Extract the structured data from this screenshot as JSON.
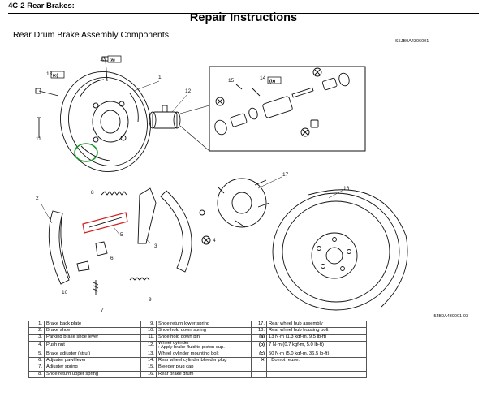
{
  "header": {
    "section": "4C-2   Rear Brakes:"
  },
  "title": "Repair Instructions",
  "subtitle": "Rear Drum Brake Assembly Components",
  "codes": {
    "top": "S5JB0A4306001",
    "bottom": "I5JB0A430001-03"
  },
  "callouts": {
    "n1": "1",
    "n2": "2",
    "n3": "3",
    "n4": "4",
    "n5": "5",
    "n6": "6",
    "n7": "7",
    "n8": "8",
    "n9": "9",
    "n10": "10",
    "n11": "11",
    "n12": "12",
    "n13": "13",
    "n14": "14",
    "n15": "15",
    "n16": "16",
    "n17": "17",
    "n18": "18"
  },
  "legend": {
    "col1": [
      {
        "num": "1.",
        "text": "Brake back plate"
      },
      {
        "num": "2.",
        "text": "Brake shoe"
      },
      {
        "num": "3.",
        "text": "Parking brake shoe lever"
      },
      {
        "num": "4.",
        "text": "Push nut"
      },
      {
        "num": "5.",
        "text": "Brake adjuster (strut)"
      },
      {
        "num": "6.",
        "text": "Adjuster pawl lever"
      },
      {
        "num": "7.",
        "text": "Adjuster spring"
      },
      {
        "num": "8.",
        "text": "Shoe return upper spring"
      }
    ],
    "col2": [
      {
        "num": "9.",
        "text": "Shoe return lower spring"
      },
      {
        "num": "10.",
        "text": "Shoe hold down spring"
      },
      {
        "num": "11.",
        "text": "Shoe hold down pin"
      },
      {
        "num": "12.",
        "text": "Wheel cylinder",
        "text2": ": Apply brake fluid to piston cup."
      },
      {
        "num": "13.",
        "text": "Wheel cylinder mounting bolt"
      },
      {
        "num": "14.",
        "text": "Rear wheel cylinder bleeder plug"
      },
      {
        "num": "15.",
        "text": "Bleeder plug cap"
      },
      {
        "num": "16.",
        "text": "Rear brake drum"
      }
    ],
    "col3": [
      {
        "num": "17.",
        "text": "Rear wheel hub assembly"
      },
      {
        "num": "18.",
        "text": "Rear wheel hub housing bolt"
      },
      {
        "num": "",
        "text": "13 N·m (1.3 kgf-m, 9.5 lb-ft)"
      },
      {
        "num": "",
        "text": "7 N·m (0.7 kgf-m, 5.0 lb-ft)"
      },
      {
        "num": "",
        "text": "50 N·m (5.0 kgf-m, 36.5 lb-ft)"
      },
      {
        "num": "",
        "text": ": Do not reuse."
      },
      {
        "num": "",
        "text": ""
      },
      {
        "num": "",
        "text": ""
      }
    ]
  }
}
